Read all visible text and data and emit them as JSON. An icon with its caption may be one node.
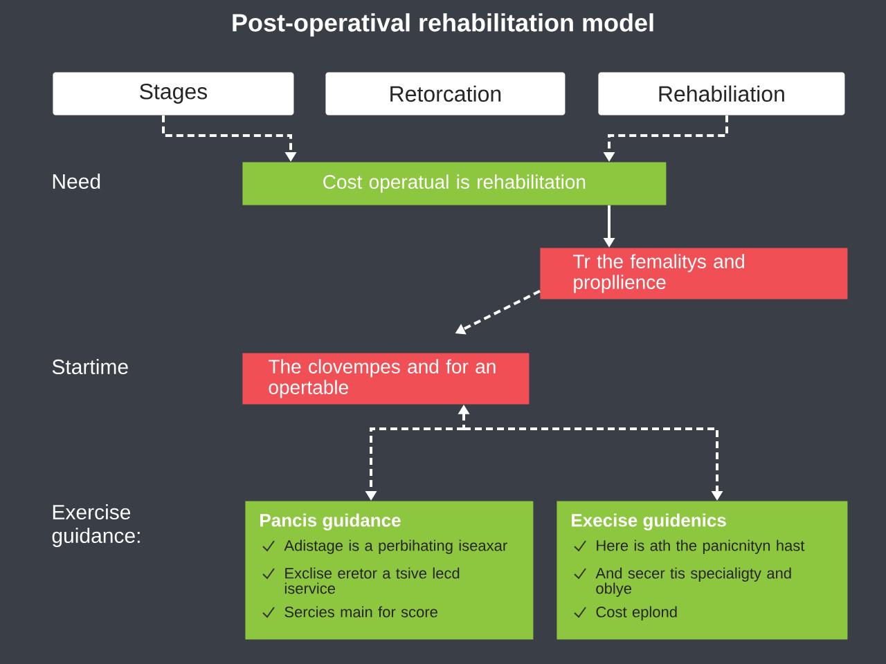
{
  "diagram": {
    "title": "Post-operatival rehabilitation model",
    "nodes": [
      {
        "text": [
          "Stages"
        ]
      },
      {
        "text": [
          "Retorcation"
        ]
      },
      {
        "text": [
          "Rehabiliation"
        ]
      },
      {
        "text": [
          "Cost operatual is rehabilitation"
        ]
      },
      {
        "text": [
          "Tr the femalitys and propllience"
        ]
      },
      {
        "text": [
          "The clovempes and for an opertable"
        ]
      },
      {
        "text": [
          "Pancis guidance",
          "Adistage is a perbihating iseaxar",
          "Exclise eretor a tsive lecd iservice",
          "Sercies main for score"
        ]
      },
      {
        "text": [
          "Execise guidenics",
          "Here is ath the panicnityn hast",
          "And secer tis specialigty and oblye",
          "Cost eplond"
        ]
      }
    ],
    "edges": [
      {
        "from": 0,
        "to": 3,
        "arrow": "to",
        "style": "dashed"
      },
      {
        "from": 2,
        "to": 3,
        "arrow": "to",
        "style": "dashed"
      },
      {
        "from": 3,
        "to": 4,
        "arrow": "to"
      },
      {
        "from": 4,
        "to": 5,
        "arrow": "to",
        "style": "dashed"
      },
      {
        "from": 5,
        "to": 6,
        "arrow": "both",
        "style": "dashed"
      },
      {
        "from": 5,
        "to": 7,
        "arrow": "both",
        "style": "dashed"
      }
    ],
    "labels": [
      "Need",
      "Startime",
      "Exercise guidance:"
    ]
  }
}
